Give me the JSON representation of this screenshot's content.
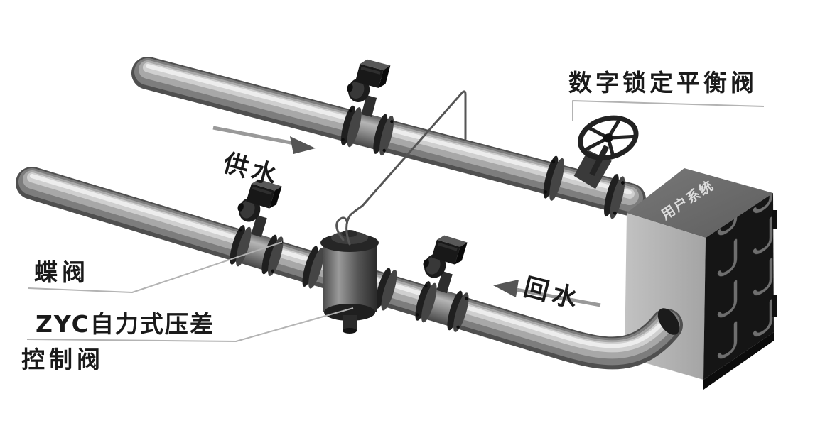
{
  "labels": {
    "balance_valve": "数字锁定平衡阀",
    "supply_water": "供水",
    "return_water": "回水",
    "butterfly_valve": "蝶阀",
    "zyc_valve_line1": "ZYC自力式压差",
    "zyc_valve_line2": "控制阀",
    "user_system": "用户系统"
  },
  "colors": {
    "background": "#ffffff",
    "label_text": "#1a1a1a",
    "pipe_highlight": "#ededed",
    "pipe_shadow": "#4f4f4f",
    "box_top_face": "#6d6d6d",
    "box_left_face": "#b6b6b6",
    "box_right_face": "#151515",
    "arrow_shaft": "#999999",
    "arrow_head": "#555555",
    "leader_line": "#b3b3b3"
  }
}
